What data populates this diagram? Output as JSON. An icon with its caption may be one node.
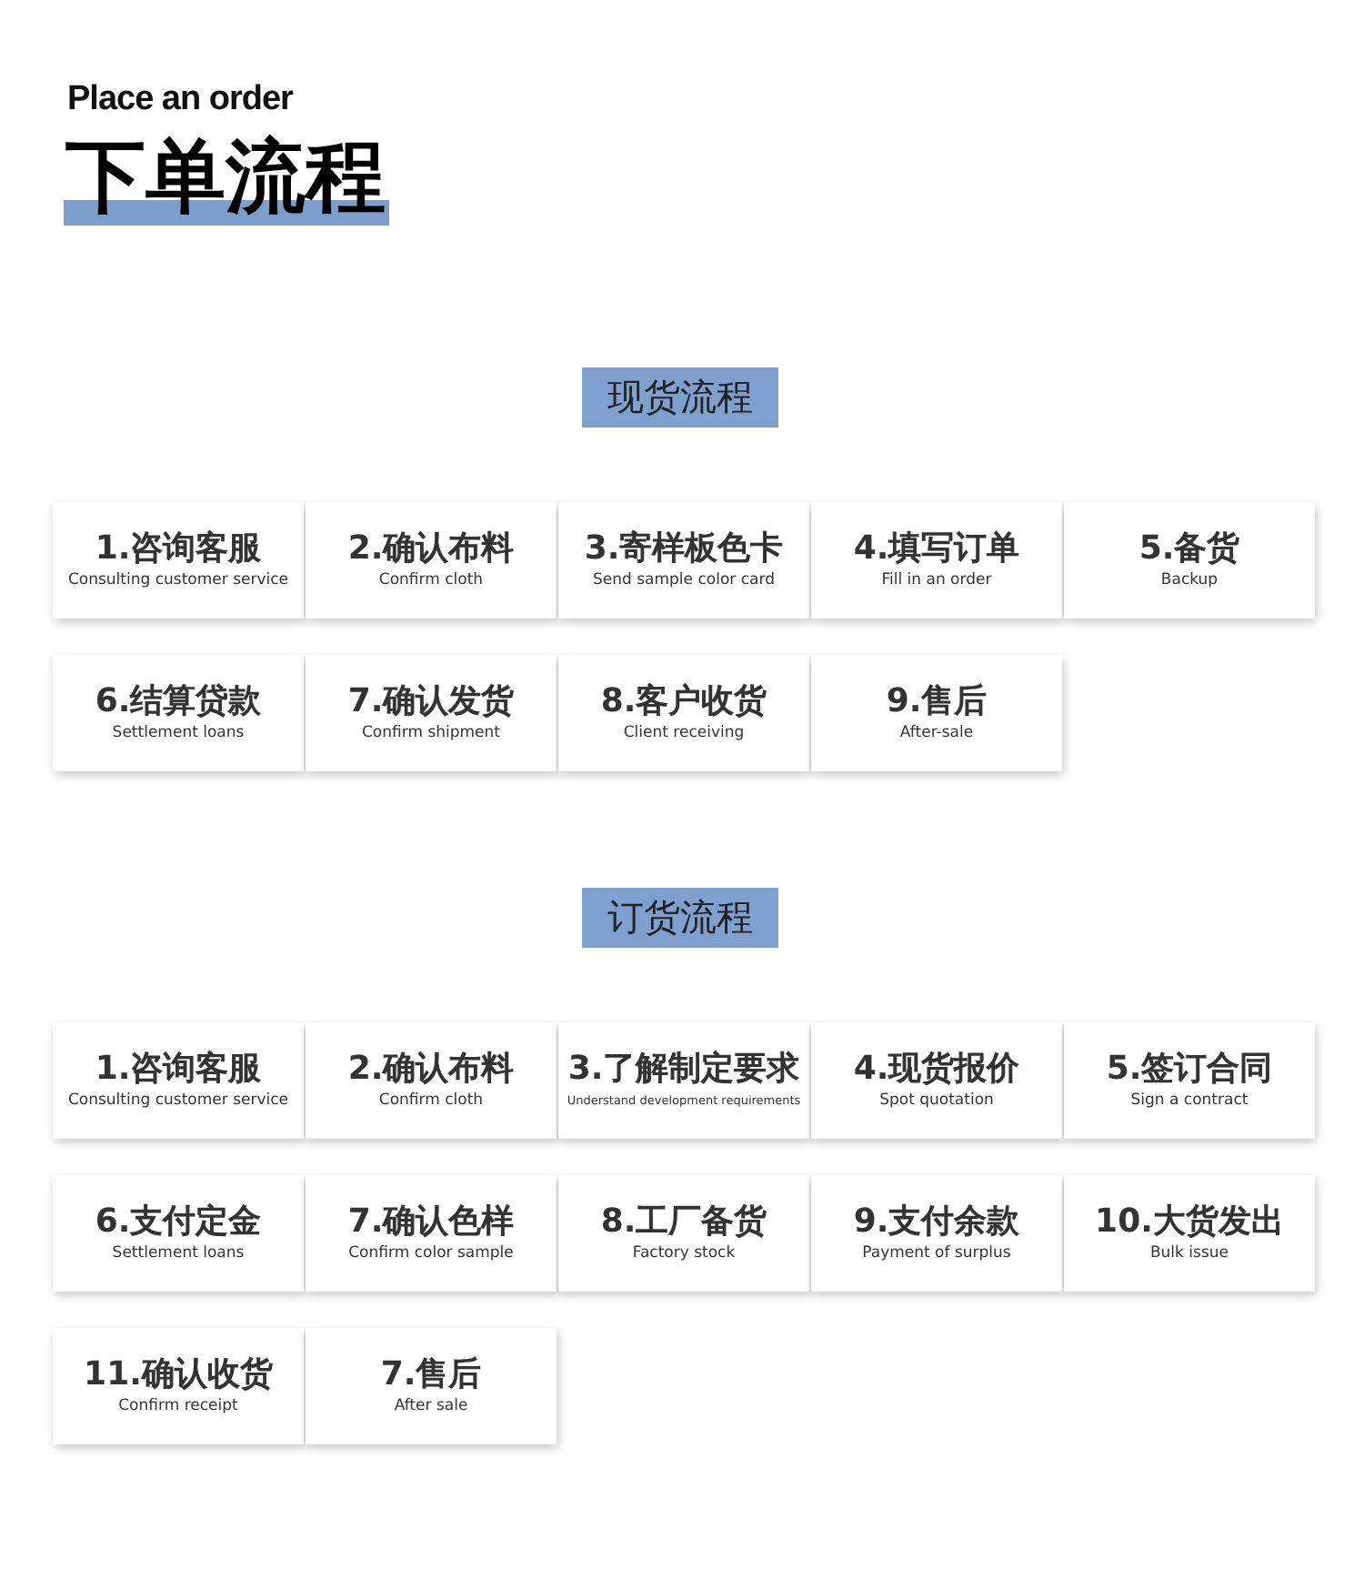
{
  "diagram": {
    "title": "下单流程",
    "nodes": [
      {
        "text": [
          "现货流程"
        ]
      },
      {
        "text": [
          "1.咨询客服",
          "Consulting customer service"
        ]
      },
      {
        "text": [
          "2.确认布料",
          "Confirm cloth"
        ]
      },
      {
        "text": [
          "3.寄样板色卡",
          "Send sample color card"
        ]
      },
      {
        "text": [
          "4.填写订单",
          "Fill in an order"
        ]
      },
      {
        "text": [
          "5.备货",
          "Backup"
        ]
      },
      {
        "text": [
          "6.结算贷款",
          "Settlement loans"
        ]
      },
      {
        "text": [
          "7.确认发货",
          "Confirm shipment"
        ]
      },
      {
        "text": [
          "8.客户收货",
          "Client receiving"
        ]
      },
      {
        "text": [
          "9.售后",
          "After-sale"
        ]
      },
      {
        "text": [
          "订货流程"
        ]
      },
      {
        "text": [
          "1.咨询客服",
          "Consulting customer service"
        ]
      },
      {
        "text": [
          "2.确认布料",
          "Confirm cloth"
        ]
      },
      {
        "text": [
          "3.了解制定要求",
          "Understand development requirements"
        ]
      },
      {
        "text": [
          "4.现货报价",
          "Spot quotation"
        ]
      },
      {
        "text": [
          "5.签订合同",
          "Sign a contract"
        ]
      },
      {
        "text": [
          "6.支付定金",
          "Settlement loans"
        ]
      },
      {
        "text": [
          "7.确认色样",
          "Confirm color sample"
        ]
      },
      {
        "text": [
          "8.工厂备货",
          "Factory stock"
        ]
      },
      {
        "text": [
          "9.支付余款",
          "Payment of surplus"
        ]
      },
      {
        "text": [
          "10.大货发出",
          "Bulk issue"
        ]
      },
      {
        "text": [
          "11.确认收货",
          "Confirm receipt"
        ]
      },
      {
        "text": [
          "7.售后",
          "After sale"
        ]
      }
    ],
    "edges": [],
    "labels": [
      "Place an order"
    ]
  }
}
